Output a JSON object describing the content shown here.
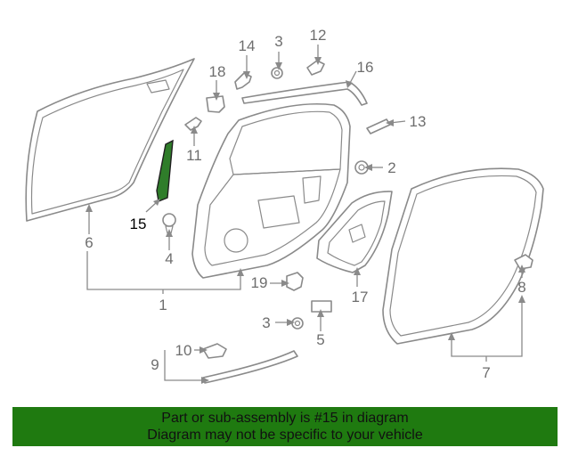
{
  "callouts": {
    "c1": "1",
    "c2": "2",
    "c3a": "3",
    "c3b": "3",
    "c4": "4",
    "c5": "5",
    "c6": "6",
    "c7": "7",
    "c8": "8",
    "c9": "9",
    "c10": "10",
    "c11": "11",
    "c12": "12",
    "c13": "13",
    "c14": "14",
    "c15": "15",
    "c16": "16",
    "c17": "17",
    "c18": "18",
    "c19": "19"
  },
  "highlight": {
    "part": "15",
    "color": "#2f7d2a"
  },
  "banner": {
    "line1": "Part or sub-assembly is #15 in diagram",
    "line2": "Diagram may not be specific to your vehicle",
    "color": "#1f7a10"
  }
}
